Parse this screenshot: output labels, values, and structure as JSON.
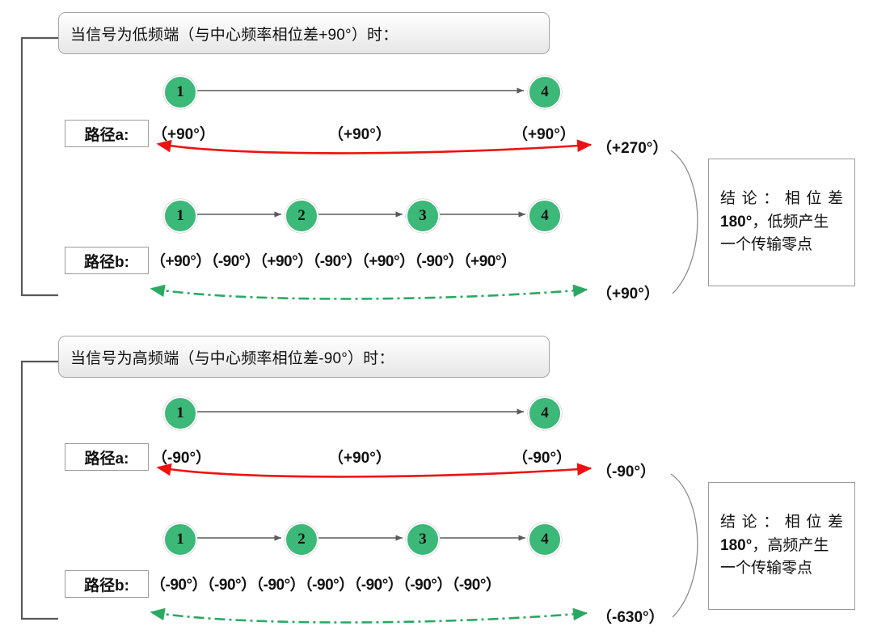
{
  "blocks": [
    {
      "id": "low-band",
      "header": "当信号为低频端（与中心频率相位差+90°）时：",
      "path_a": {
        "label": "路径a:",
        "values": [
          "（+90°）",
          "（+90°）",
          "（+90°）"
        ],
        "result": "（+270°）",
        "arrow_color": "#ee1111",
        "nodes": [
          "1",
          "4"
        ]
      },
      "path_b": {
        "label": "路径b:",
        "sequence": "（+90°）（-90°）（+90°）（-90°）（+90°）（-90°）（+90°）",
        "result": "（+90°）",
        "arrow_color": "#2aa963",
        "nodes": [
          "1",
          "2",
          "3",
          "4"
        ]
      },
      "conclusion": {
        "line1": [
          "结",
          "论",
          "：",
          "相",
          "位",
          "差"
        ],
        "line2_bold": "180°",
        "line2_rest": "，低频产生",
        "line3": "一个传输零点"
      }
    },
    {
      "id": "high-band",
      "header": "当信号为高频端（与中心频率相位差-90°）时：",
      "path_a": {
        "label": "路径a:",
        "values": [
          "（-90°）",
          "（+90°）",
          "（-90°）"
        ],
        "result": "（-90°）",
        "arrow_color": "#ee1111",
        "nodes": [
          "1",
          "4"
        ]
      },
      "path_b": {
        "label": "路径b:",
        "sequence": "（-90°）（-90°）（-90°）（-90°）（-90°）（-90°）（-90°）",
        "result": "（-630°）",
        "arrow_color": "#2aa963",
        "nodes": [
          "1",
          "2",
          "3",
          "4"
        ]
      },
      "conclusion": {
        "line1": [
          "结",
          "论",
          "：",
          "相",
          "位",
          "差"
        ],
        "line2_bold": "180°",
        "line2_rest": "，高频产生",
        "line3": "一个传输零点"
      }
    }
  ],
  "colors": {
    "node_green": "#3cb878",
    "red_arrow": "#ee1111",
    "green_arrow": "#2aa963",
    "bracket": "#595959",
    "box_border": "#9b9b9b"
  }
}
